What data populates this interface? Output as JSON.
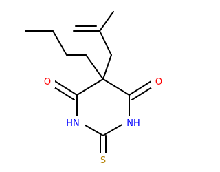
{
  "molecule": {
    "atom_labels": {
      "o_left": "O",
      "o_right": "O",
      "nh_left": "HN",
      "nh_right": "NH",
      "s": "S"
    },
    "colors": {
      "bond": "#000000",
      "oxygen": "#ff0000",
      "nitrogen": "#0000ff",
      "sulfur": "#b8860b",
      "background": "#ffffff"
    }
  }
}
